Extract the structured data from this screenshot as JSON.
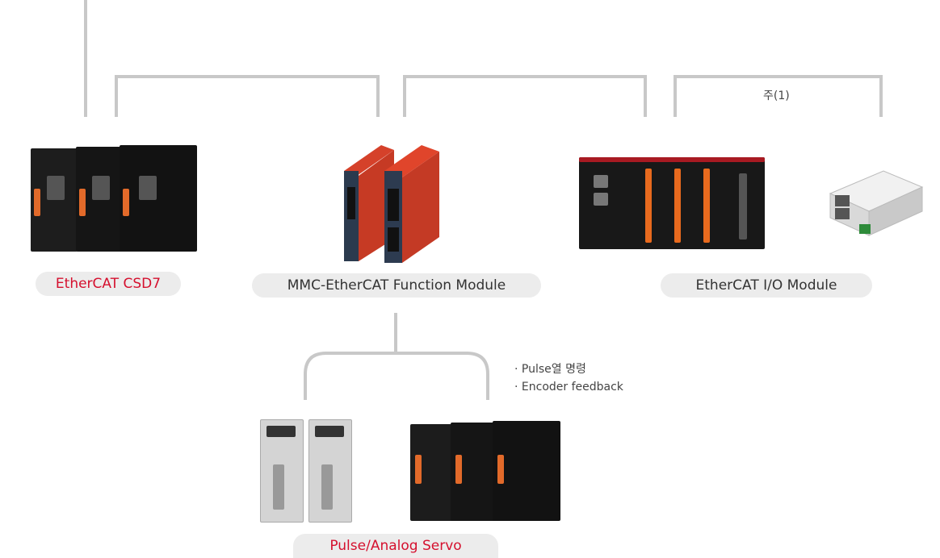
{
  "labels": {
    "ethercat_csd7": "EtherCAT CSD7",
    "mmc_module": "MMC-EtherCAT Function Module",
    "io_module": "EtherCAT I/O Module",
    "pulse_analog_servo": "Pulse/Analog Servo"
  },
  "notes": {
    "footnote": "주(1)",
    "pulse_cmd": "· Pulse열 명령",
    "encoder": "· Encoder feedback"
  },
  "colors": {
    "accent": "#d5102e",
    "line": "#c8c8c8",
    "pill_bg": "#ececec"
  },
  "icons": [
    "servo-drive-icon",
    "function-module-icon",
    "io-rack-icon",
    "io-block-icon",
    "analog-servo-icon"
  ]
}
